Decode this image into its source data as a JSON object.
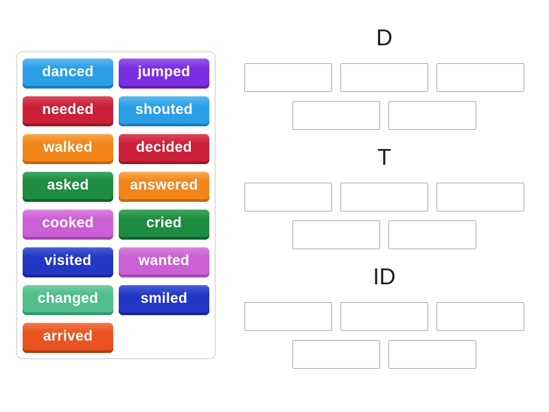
{
  "colors": {
    "page_background": "#ffffff",
    "panel_border": "#c9c9c9",
    "slot_border": "#a9a9a9",
    "group_header_text": "#1b1b1b",
    "tile_text": "#ffffff"
  },
  "palette": {
    "blue": {
      "base": "#2b9fe6",
      "light": "#5fbaf0",
      "dark": "#1b7ec2"
    },
    "purple": {
      "base": "#7a2ee2",
      "light": "#9a5beb",
      "dark": "#5c1db4"
    },
    "red": {
      "base": "#cb2038",
      "light": "#da4a5e",
      "dark": "#9e1728"
    },
    "orange": {
      "base": "#f2851a",
      "light": "#f8a94f",
      "dark": "#c5690c"
    },
    "green": {
      "base": "#1e8c41",
      "light": "#3ea85f",
      "dark": "#14632d"
    },
    "orchid": {
      "base": "#cb5fd5",
      "light": "#da85e1",
      "dark": "#a546b0"
    },
    "royalblue": {
      "base": "#2238c5",
      "light": "#4a5fd6",
      "dark": "#16279c"
    },
    "emerald": {
      "base": "#4fbe8b",
      "light": "#74cfa4",
      "dark": "#379871"
    },
    "orangered": {
      "base": "#e85320",
      "light": "#f0794e",
      "dark": "#bc3c10"
    }
  },
  "word_bank": {
    "tiles": [
      {
        "label": "danced",
        "color": "blue"
      },
      {
        "label": "jumped",
        "color": "purple"
      },
      {
        "label": "needed",
        "color": "red"
      },
      {
        "label": "shouted",
        "color": "blue"
      },
      {
        "label": "walked",
        "color": "orange"
      },
      {
        "label": "decided",
        "color": "red"
      },
      {
        "label": "asked",
        "color": "green"
      },
      {
        "label": "answered",
        "color": "orange"
      },
      {
        "label": "cooked",
        "color": "orchid"
      },
      {
        "label": "cried",
        "color": "green"
      },
      {
        "label": "visited",
        "color": "royalblue"
      },
      {
        "label": "wanted",
        "color": "orchid"
      },
      {
        "label": "changed",
        "color": "emerald"
      },
      {
        "label": "smiled",
        "color": "royalblue"
      },
      {
        "label": "arrived",
        "color": "orangered"
      }
    ]
  },
  "groups": [
    {
      "label": "D",
      "slot_rows": [
        3,
        2
      ]
    },
    {
      "label": "T",
      "slot_rows": [
        3,
        2
      ]
    },
    {
      "label": "ID",
      "slot_rows": [
        3,
        2
      ]
    }
  ]
}
